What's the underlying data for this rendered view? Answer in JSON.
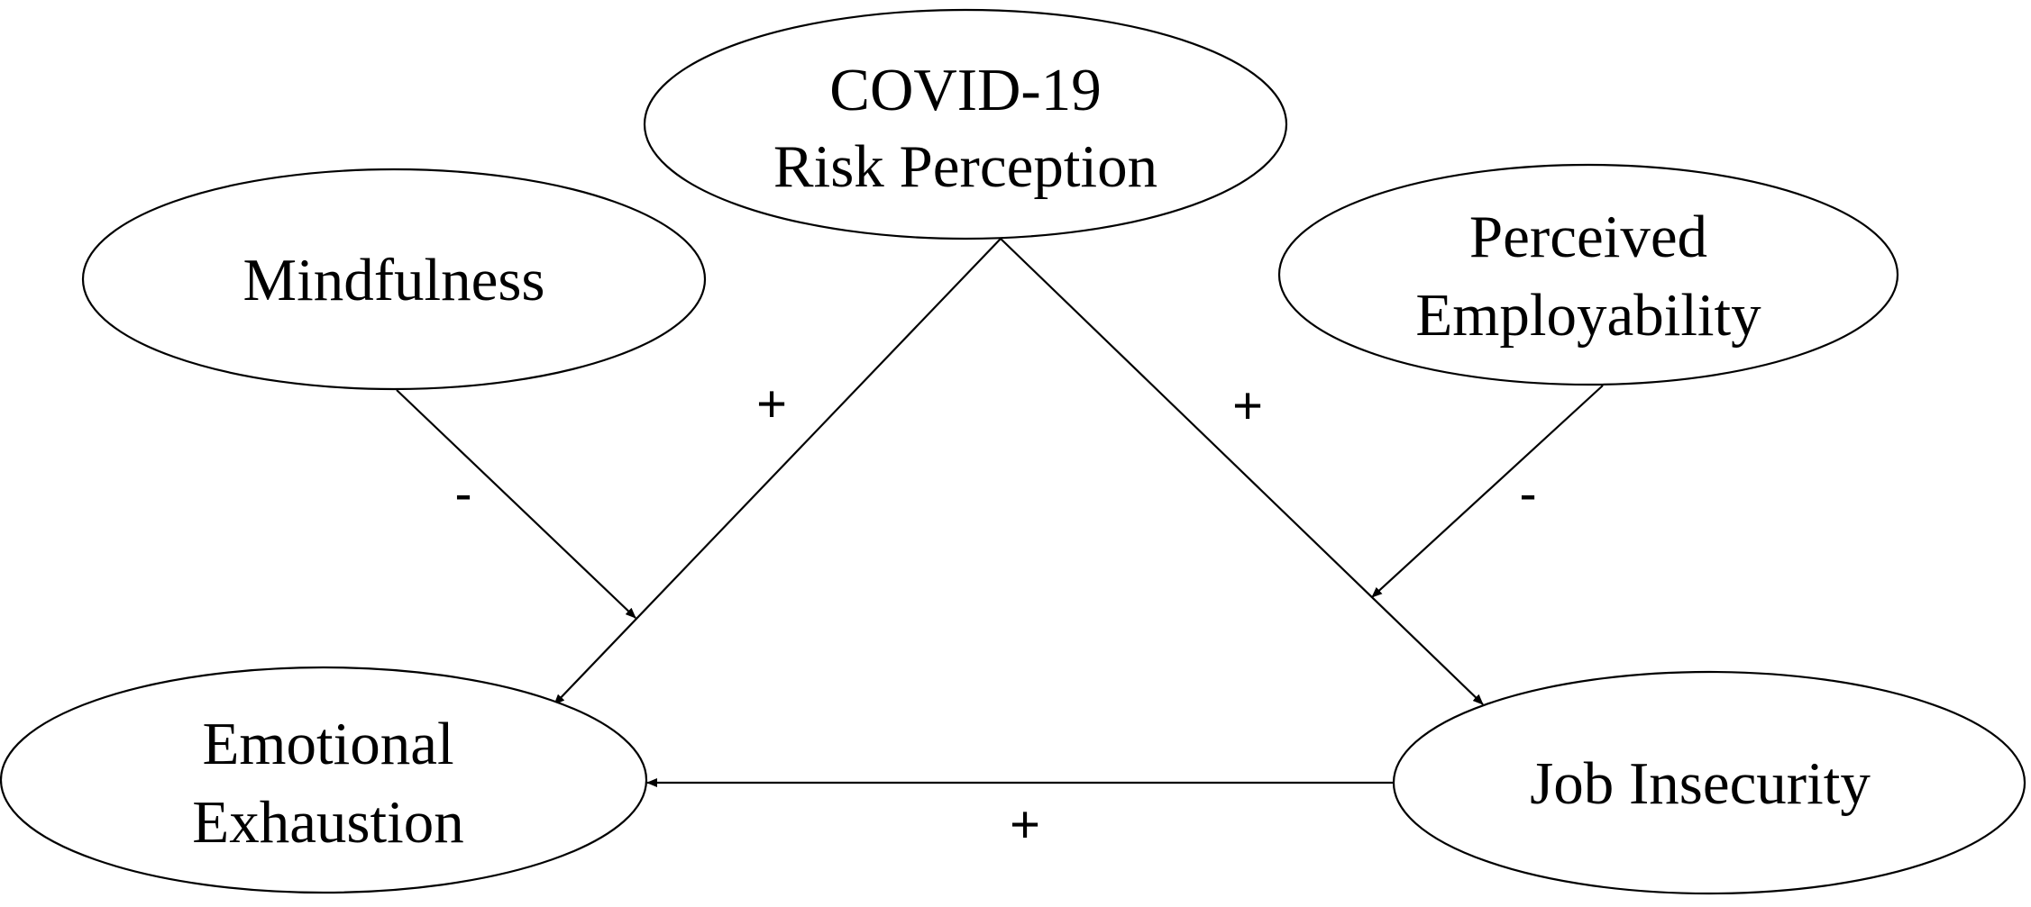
{
  "diagram": {
    "nodes": {
      "covid": {
        "line1": "COVID-19",
        "line2": "Risk Perception"
      },
      "mindfulness": {
        "line1": "Mindfulness"
      },
      "employability": {
        "line1": "Perceived",
        "line2": "Employability"
      },
      "exhaustion": {
        "line1": "Emotional",
        "line2": "Exhaustion"
      },
      "insecurity": {
        "line1": "Job Insecurity"
      }
    },
    "edges": {
      "covid_to_exhaustion": {
        "sign": "+"
      },
      "covid_to_insecurity": {
        "sign": "+"
      },
      "mindfulness_moderation": {
        "sign": "-"
      },
      "employability_moderation": {
        "sign": "-"
      },
      "insecurity_to_exhaustion": {
        "sign": "+"
      }
    }
  }
}
